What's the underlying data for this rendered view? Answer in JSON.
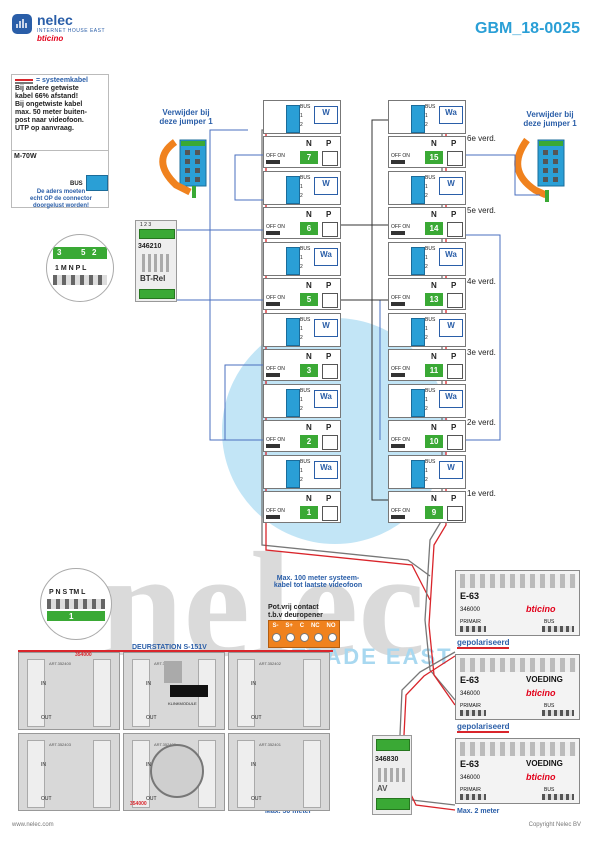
{
  "header": {
    "brand": "nelec",
    "brand_sub": "INTERNET HOUSE EAST",
    "partner": "bticino",
    "doc_id": "GBM_18-0025"
  },
  "notes": {
    "legend_title": "= systeemkabel",
    "lines": [
      "Bij andere getwiste",
      "kabel 66% afstand!",
      "Bij ongetwiste kabel",
      "max. 50 meter buiten-",
      "post naar videofoon.",
      "UTP op aanvraag."
    ],
    "m70w_title": "M-70W",
    "bus_label": "BUS",
    "connector_note": [
      "De aders moeten",
      "echt OP de connector",
      "doorgelust worden!"
    ]
  },
  "jumper_note": {
    "left": [
      "Verwijder bij",
      "deze jumper 1"
    ],
    "right": [
      "Verwijder bij",
      "deze jumper 1"
    ]
  },
  "relay": {
    "code": "346210",
    "name": "BT-Rel",
    "pins_top": "1 2 3",
    "detail_nums": [
      "3",
      "5",
      "2"
    ],
    "detail_pins": "1 M N P L"
  },
  "floors": [
    "6e verd.",
    "5e verd.",
    "4e verd.",
    "3e verd.",
    "2e verd.",
    "1e verd."
  ],
  "left_column": {
    "units": [
      "W",
      "W",
      "Wa",
      "W",
      "Wa",
      "Wa"
    ],
    "n_values": [
      "7",
      "6",
      "5",
      "3",
      "2",
      "1"
    ]
  },
  "right_column": {
    "units": [
      "Wa",
      "W",
      "Wa",
      "W",
      "Wa",
      "W"
    ],
    "n_values": [
      "15",
      "14",
      "13",
      "11",
      "10",
      "9"
    ]
  },
  "unit_pins": [
    "BUS",
    "1",
    "2"
  ],
  "np": {
    "n": "N",
    "p": "P",
    "off_on": "OFF ON"
  },
  "entrance": {
    "title": "DEURSTATION S-151V",
    "dim": "354000",
    "module_codes": [
      "ART.352400",
      "ART.352401",
      "ART.352402",
      "ART.352403"
    ],
    "bus_in": "IN",
    "bus_out": "OUT",
    "keypad_label": "KLINKMODULE",
    "pin_labels": "P N S TM L",
    "detail_num": "1"
  },
  "contact": {
    "title": [
      "Pot.vrij contact",
      "t.b.v deuropener"
    ],
    "terminals": [
      "S-",
      "S+",
      "C",
      "NC",
      "NO"
    ]
  },
  "distance_notes": {
    "riser": [
      "Max. 100 meter systeem-",
      "kabel tot laatste videofoon"
    ],
    "entrance": "Max. 50 meter",
    "psu": "Max. 2 meter"
  },
  "av_unit": {
    "code": "346830",
    "label": "AV"
  },
  "psus": [
    {
      "name": "E-63",
      "type": "",
      "code": "346000",
      "brand": "bticino",
      "note": "gepolariseerd",
      "prim": "PRIMAIR",
      "bus": "BUS"
    },
    {
      "name": "E-63",
      "type": "VOEDING",
      "code": "346000",
      "brand": "bticino",
      "note": "gepolariseerd",
      "prim": "PRIMAIR",
      "bus": "BUS"
    },
    {
      "name": "E-63",
      "type": "VOEDING",
      "code": "346000",
      "brand": "bticino",
      "note": "",
      "prim": "PRIMAIR",
      "bus": "BUS"
    }
  ],
  "footer": {
    "left": "www.nelec.com",
    "right": "Copyright Nelec BV"
  },
  "watermark": {
    "big": "nelec",
    "small": "TRADE EAST"
  },
  "colors": {
    "blue": "#2a5ea8",
    "accent": "#2a9fd6",
    "red": "#d9252b",
    "green": "#3aa935",
    "orange": "#f0821e",
    "gray": "#888888"
  }
}
